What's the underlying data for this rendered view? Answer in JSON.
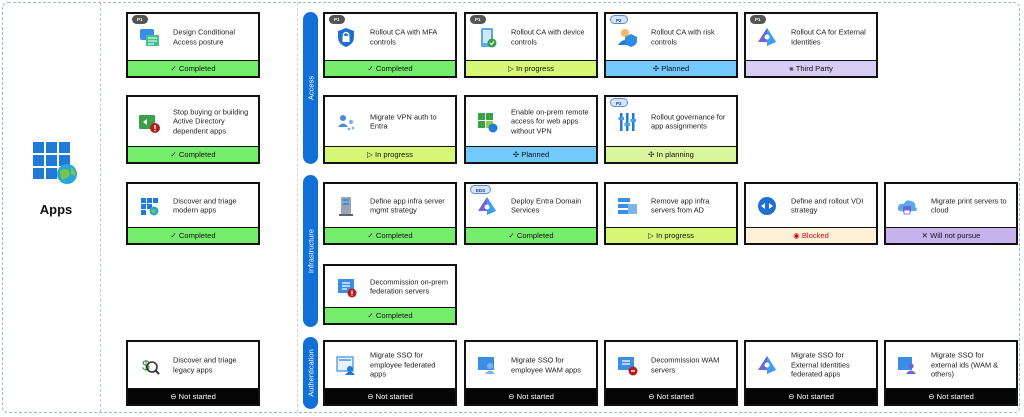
{
  "apps": {
    "label": "Apps",
    "icon": "apps-grid-globe-icon"
  },
  "categories": [
    {
      "name": "access",
      "label": "Access"
    },
    {
      "name": "infrastructure",
      "label": "Infrastructure"
    },
    {
      "name": "authentication",
      "label": "Authentication"
    }
  ],
  "status_colors": {
    "completed": "#75ee6c",
    "in_progress": "#d7f877",
    "planned": "#72c9fe",
    "third_party": "#d5cdf4",
    "in_planning": "#daf69d",
    "blocked": "#fff0d8",
    "will_not_pursue": "#c6b3ee",
    "not_started": "#050505"
  },
  "cards": [
    {
      "name": "card-design-conditional-access",
      "title": "Design Conditional Access posture",
      "badge": "P1",
      "status": "✓ Completed",
      "icon": "conditional-access-icon"
    },
    {
      "name": "card-stop-ad-dependent-apps",
      "title": "Stop buying or building Active Directory dependent apps",
      "badge": "",
      "status": "✓ Completed",
      "icon": "app-warning-icon"
    },
    {
      "name": "card-discover-modern-apps",
      "title": "Discover and triage modern apps",
      "badge": "",
      "status": "✓ Completed",
      "icon": "app-grid-icon"
    },
    {
      "name": "card-discover-legacy-apps",
      "title": "Discover and triage legacy apps",
      "badge": "",
      "status": "⊖ Not started",
      "icon": "legacy-app-search-icon"
    },
    {
      "name": "card-ca-mfa",
      "title": "Rollout CA with MFA controls",
      "badge": "P1",
      "status": "✓ Completed",
      "icon": "lock-shield-icon"
    },
    {
      "name": "card-ca-device",
      "title": "Rollout CA with device controls",
      "badge": "P1",
      "status": "▷ In progress",
      "icon": "device-check-icon"
    },
    {
      "name": "card-ca-risk",
      "title": "Rollout CA with risk controls",
      "badge": "P2",
      "status": "✣ Planned",
      "icon": "user-risk-icon"
    },
    {
      "name": "card-ca-external",
      "title": "Rollout CA for External Identities",
      "badge": "P1",
      "status": "⨳ Third Party",
      "icon": "external-identity-icon"
    },
    {
      "name": "card-migrate-vpn",
      "title": "Migrate VPN auth to Entra",
      "badge": "",
      "status": "▷ In progress",
      "icon": "users-network-icon"
    },
    {
      "name": "card-onprem-access",
      "title": "Enable on-prem remote access for web apps without VPN",
      "badge": "",
      "status": "✣ Planned",
      "icon": "app-proxy-icon"
    },
    {
      "name": "card-governance",
      "title": "Rollout governance for app assignments",
      "badge": "P2",
      "status": "✣ In planning",
      "icon": "governance-sliders-icon"
    },
    {
      "name": "card-app-infra-strategy",
      "title": "Define app infra server mgmt strategy",
      "badge": "",
      "status": "✓ Completed",
      "icon": "server-icon"
    },
    {
      "name": "card-entra-domain-services",
      "title": "Deploy Entra Domain Services",
      "badge": "EDS",
      "status": "✓ Completed",
      "icon": "domain-services-icon"
    },
    {
      "name": "card-remove-infra-ad",
      "title": "Remove app infra servers from AD",
      "badge": "",
      "status": "▷ In progress",
      "icon": "server-list-icon"
    },
    {
      "name": "card-vdi-strategy",
      "title": "Define and rollout VDI strategy",
      "badge": "",
      "status": "◉ Blocked",
      "icon": "remote-desktop-icon"
    },
    {
      "name": "card-print-servers",
      "title": "Migrate print servers to cloud",
      "badge": "",
      "status": "✕ Will not pursue",
      "icon": "cloud-print-icon"
    },
    {
      "name": "card-decommission-federation",
      "title": "Decommission on-prem federation servers",
      "badge": "",
      "status": "✓ Completed",
      "icon": "federation-server-icon"
    },
    {
      "name": "card-sso-federated",
      "title": "Migrate SSO for employee federated apps",
      "badge": "",
      "status": "⊖ Not started",
      "icon": "federated-app-icon"
    },
    {
      "name": "card-sso-wam",
      "title": "Migrate SSO for employee WAM apps",
      "badge": "",
      "status": "⊖ Not started",
      "icon": "wam-app-icon"
    },
    {
      "name": "card-decommission-wam",
      "title": "Decommission WAM servers",
      "badge": "",
      "status": "⊖ Not started",
      "icon": "wam-server-remove-icon"
    },
    {
      "name": "card-sso-external-federated",
      "title": "Migrate SSO for External Identities federated apps",
      "badge": "",
      "status": "⊖ Not started",
      "icon": "external-identity-icon"
    },
    {
      "name": "card-sso-external-wam",
      "title": "Migrate SSO for external ids (WAM & others)",
      "badge": "",
      "status": "⊖ Not started",
      "icon": "external-users-app-icon"
    }
  ]
}
